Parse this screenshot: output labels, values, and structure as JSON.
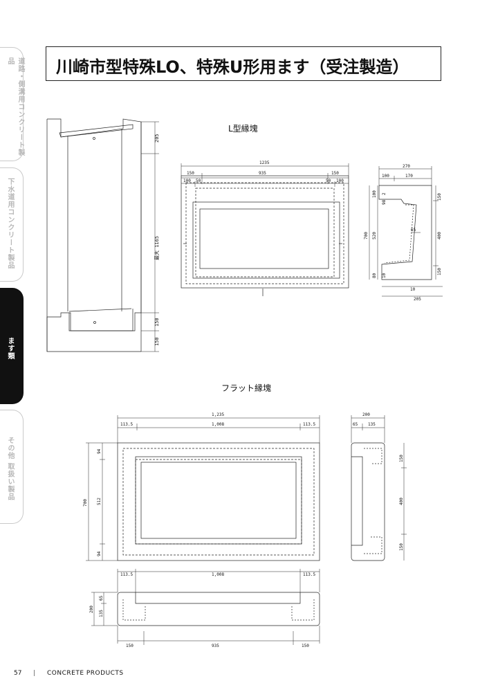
{
  "sidebar": {
    "tabs": [
      {
        "label": "道路・側溝用コンクリート製品"
      },
      {
        "label": "下水道用コンクリート製品"
      },
      {
        "label": "ます類"
      },
      {
        "label": "その他 取扱い製品"
      }
    ]
  },
  "title": "川崎市型特殊LO、特殊U形用ます（受注製造）",
  "sections": {
    "l_block": "L型縁塊",
    "flat_block": "フラット縁塊"
  },
  "dimensions": {
    "left_view": {
      "top": "205",
      "height": "最大 1165",
      "bottom1": "150",
      "bottom2": "150"
    },
    "l_top": {
      "total": "1235",
      "left": "150",
      "mid": "935",
      "right": "150",
      "sub_l1": "100",
      "sub_l2": "50",
      "sub_r1": "50",
      "sub_r2": "100"
    },
    "l_side": {
      "total": "270",
      "top_a": "100",
      "top_b": "170",
      "height": "700",
      "left_a": "100",
      "left_b": "520",
      "left_c": "80",
      "in_a": "2",
      "in_b": "98",
      "in_c": "10",
      "r_a": "150",
      "r_b": "400",
      "r_c": "150",
      "inner": "65",
      "bot_a": "10",
      "bot_b": "205"
    },
    "flat_top": {
      "total": "1,235",
      "left": "113.5",
      "mid": "1,008",
      "right": "113.5",
      "height": "700",
      "h_a": "94",
      "h_b": "512",
      "h_c": "94"
    },
    "flat_side": {
      "total": "200",
      "a": "65",
      "b": "135",
      "r_a": "150",
      "r_b": "400",
      "r_c": "150"
    },
    "flat_front": {
      "left": "113.5",
      "mid": "1,008",
      "right": "113.5",
      "height": "200",
      "h_a": "135",
      "h_b": "65",
      "bot_left": "150",
      "bot_mid": "935",
      "bot_right": "150"
    }
  },
  "footer": {
    "page": "57",
    "separator": "|",
    "brand": "CONCRETE PRODUCTS"
  }
}
